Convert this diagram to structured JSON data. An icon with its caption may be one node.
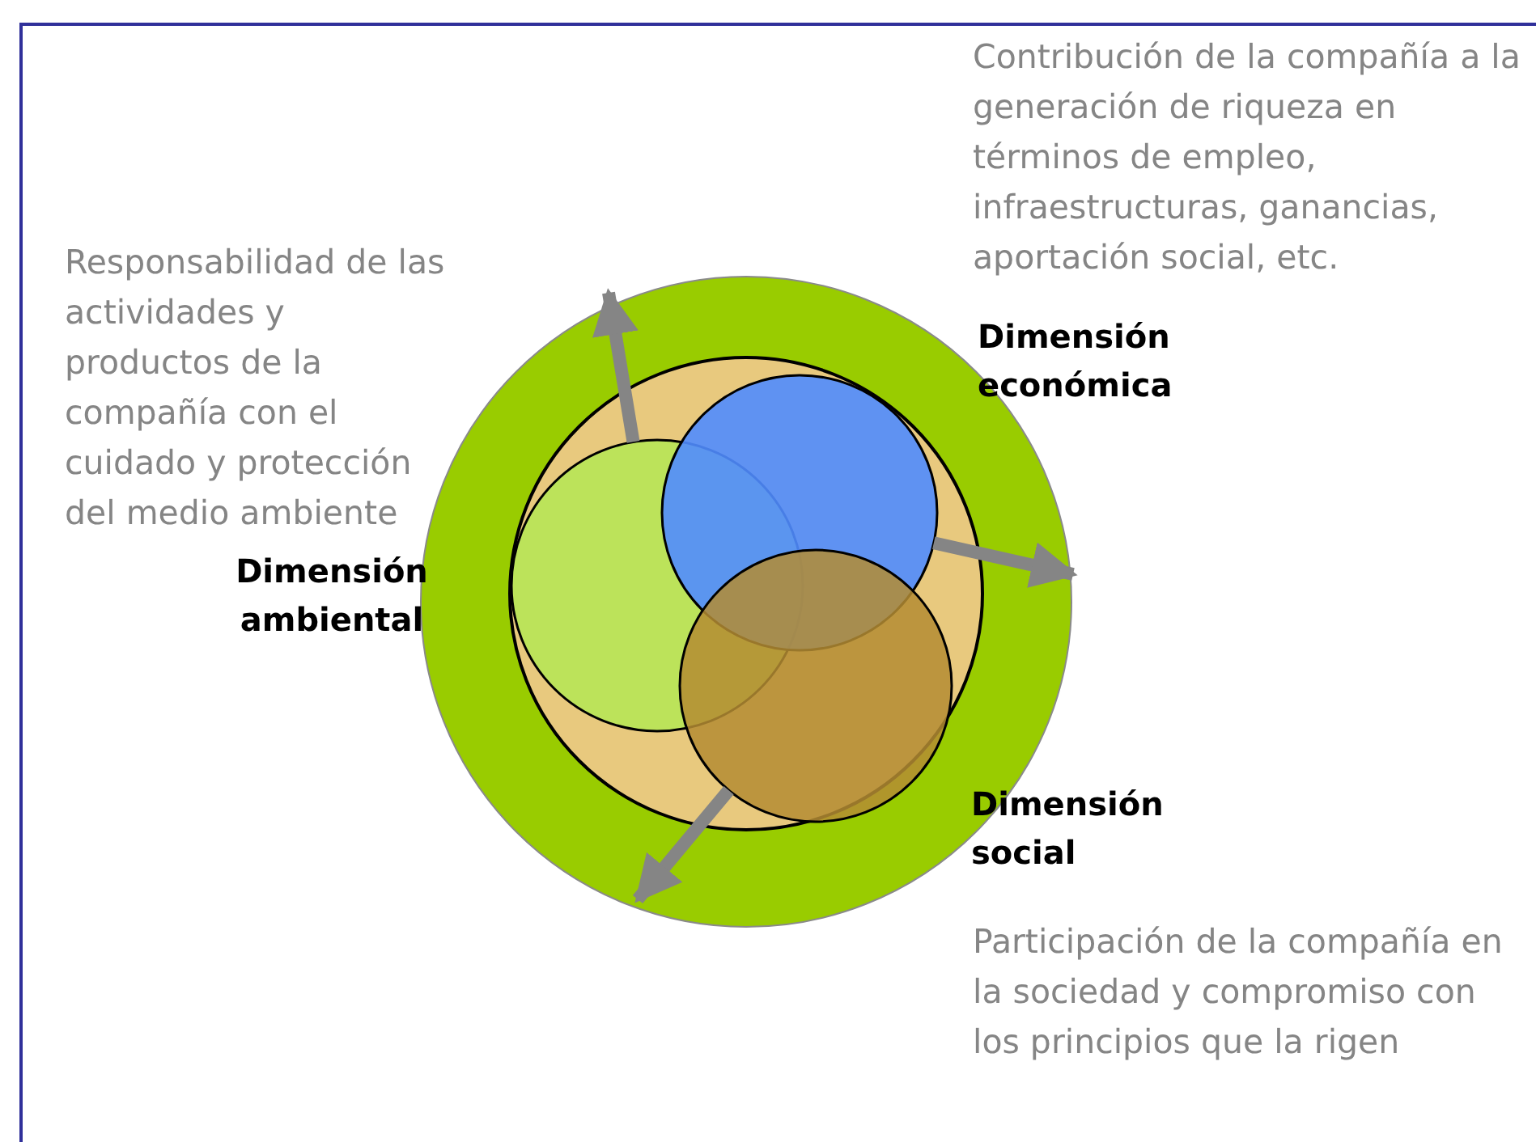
{
  "diagram": {
    "nodes": [
      {
        "text": [],
        "shape": "circle"
      },
      {
        "text": [],
        "shape": "circle",
        "in": 0
      },
      {
        "text": [
          "Dimensión ambiental"
        ],
        "beside": [
          "Responsabilidad de las actividades y productos de la compañía con el cuidado y protección del medio ambiente"
        ],
        "in": 1
      },
      {
        "text": [
          "Dimensión económica"
        ],
        "beside": [
          "Contribución de la compañía a la generación de riqueza en términos de empleo, infraestructuras, ganancias, aportación social, etc."
        ],
        "in": 1
      },
      {
        "text": [
          "Dimensión social"
        ],
        "beside": [
          "Participación de la compañía en la sociedad y compromiso con los principios que la rigen"
        ],
        "in": 1
      }
    ],
    "edges": [
      {
        "from": 2,
        "to": null,
        "arrow": "to"
      },
      {
        "from": 3,
        "to": null,
        "arrow": "to"
      },
      {
        "from": 4,
        "to": null,
        "arrow": "to"
      }
    ]
  }
}
